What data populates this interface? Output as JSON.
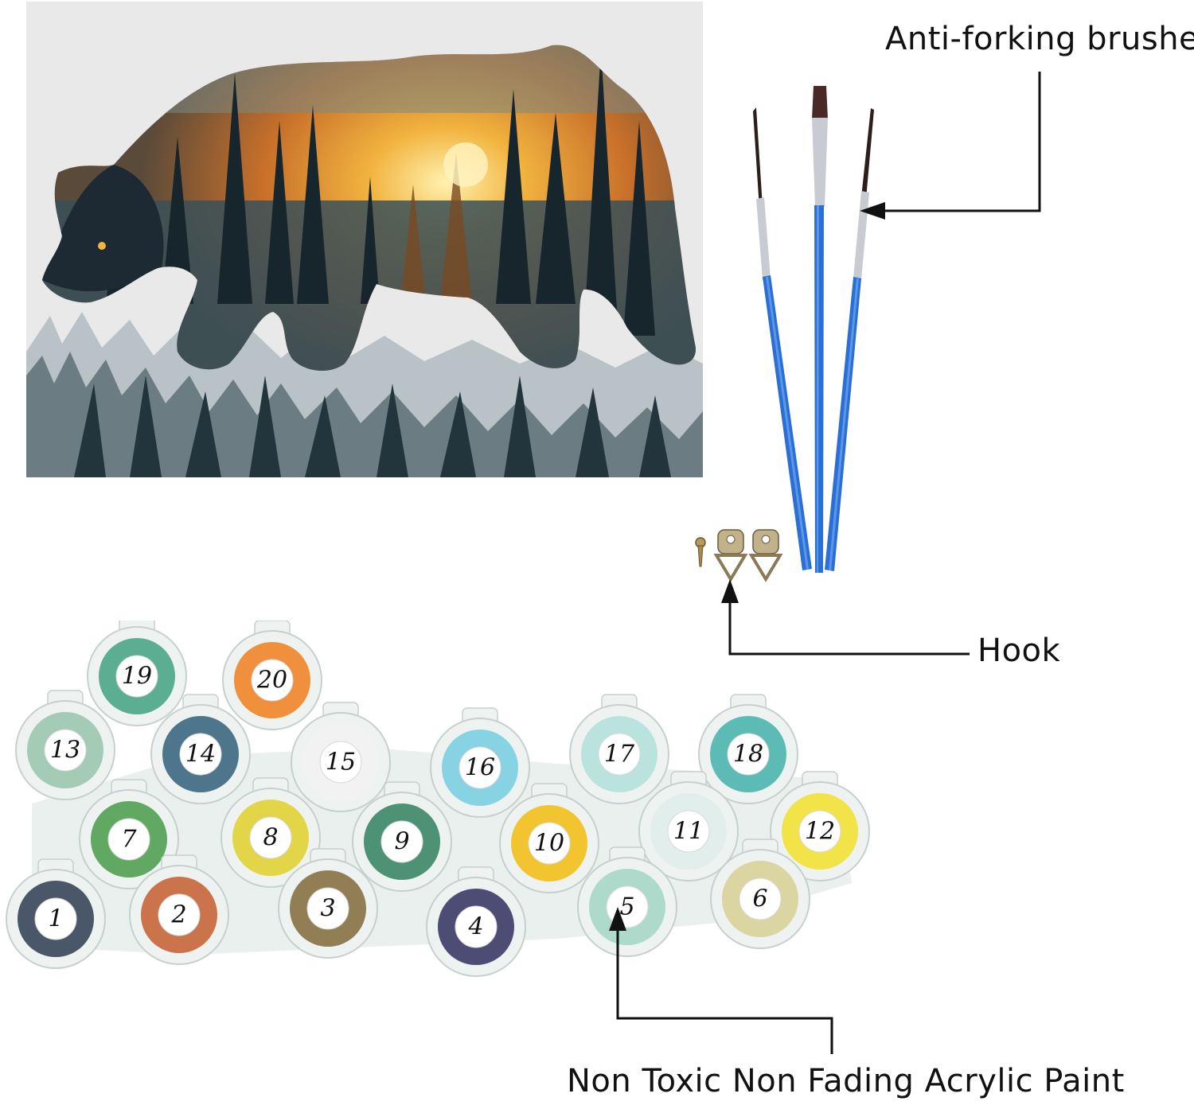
{
  "labels": {
    "brushes": "Anti-forking brushes",
    "hook": "Hook",
    "paint": "Non Toxic Non Fading Acrylic Paint"
  },
  "pots": [
    {
      "num": "1",
      "color": "#3c4a5c"
    },
    {
      "num": "2",
      "color": "#c8683c"
    },
    {
      "num": "3",
      "color": "#8a7448"
    },
    {
      "num": "4",
      "color": "#3e3e6a"
    },
    {
      "num": "5",
      "color": "#a8d8c8"
    },
    {
      "num": "6",
      "color": "#d9d39a"
    },
    {
      "num": "7",
      "color": "#55a356"
    },
    {
      "num": "8",
      "color": "#e2d23a"
    },
    {
      "num": "9",
      "color": "#3f8a6a"
    },
    {
      "num": "10",
      "color": "#f2c01e"
    },
    {
      "num": "11",
      "color": "#dfeeea"
    },
    {
      "num": "12",
      "color": "#f2e23a"
    },
    {
      "num": "13",
      "color": "#9cc8b0"
    },
    {
      "num": "14",
      "color": "#3f6a82"
    },
    {
      "num": "15",
      "color": "#f2f2f2"
    },
    {
      "num": "16",
      "color": "#7fd0e2"
    },
    {
      "num": "17",
      "color": "#b6e2dc"
    },
    {
      "num": "18",
      "color": "#4fb6b0"
    },
    {
      "num": "19",
      "color": "#4ea88a"
    },
    {
      "num": "20",
      "color": "#f0882e"
    }
  ],
  "colors": {
    "brush_handle": "#2a6fd6",
    "brush_ferrule": "#c8ccd2",
    "brush_bristle": "#4a2a26",
    "sunset": "#e8962a",
    "forest": "#1e2e36"
  }
}
